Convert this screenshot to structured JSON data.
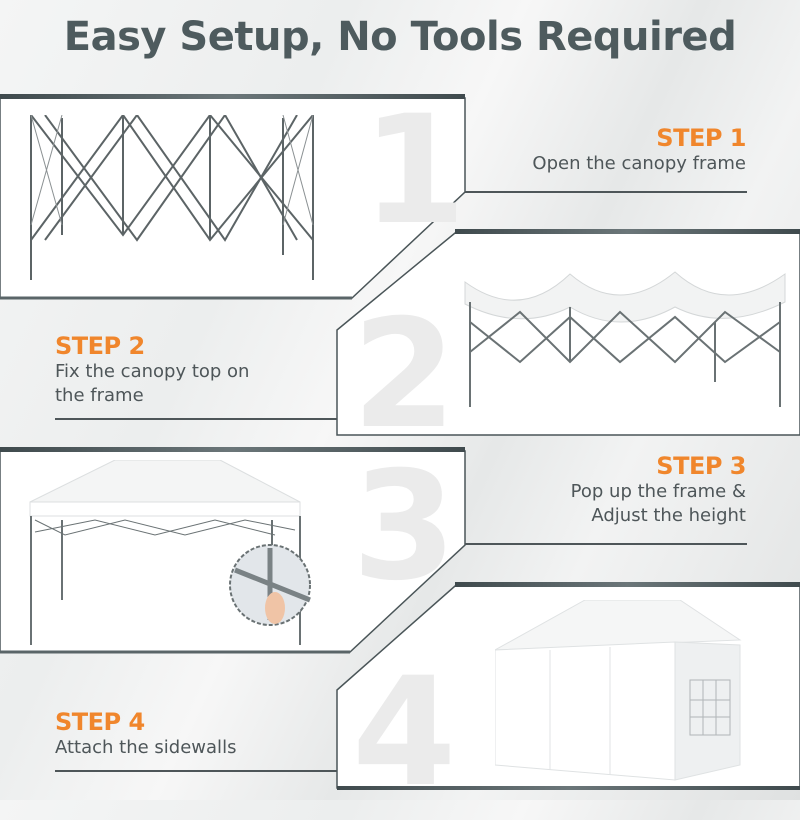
{
  "header": {
    "title": "Easy Setup, No Tools Required"
  },
  "colors": {
    "accent": "#F0862C",
    "text": "#4E5B5E",
    "border": "#4A5558",
    "numeral": "#EBEBEB"
  },
  "steps": [
    {
      "number": "1",
      "label": "STEP 1",
      "desc_lines": [
        "Open the canopy frame"
      ],
      "image": "tent-frame-expanded"
    },
    {
      "number": "2",
      "label": "STEP 2",
      "desc_lines": [
        "Fix the canopy top on",
        "the frame"
      ],
      "image": "tent-frame-with-loose-canopy"
    },
    {
      "number": "3",
      "label": "STEP 3",
      "desc_lines": [
        "Pop up the frame &",
        "Adjust the height"
      ],
      "image": "tent-popped-up-with-height-detail"
    },
    {
      "number": "4",
      "label": "STEP 4",
      "desc_lines": [
        "Attach the sidewalls"
      ],
      "image": "tent-with-sidewalls"
    }
  ]
}
